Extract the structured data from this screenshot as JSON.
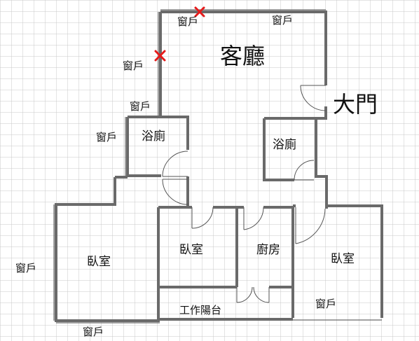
{
  "rooms": {
    "living_room": "客廳",
    "bath_left": "浴廁",
    "bath_right": "浴廁",
    "bedroom_left": "臥室",
    "bedroom_middle": "臥室",
    "kitchen": "廚房",
    "bedroom_right": "臥室",
    "balcony": "工作陽台"
  },
  "door": {
    "main": "大門"
  },
  "windows": {
    "w1": "窗戶",
    "w2": "窗戶",
    "w3": "窗戶",
    "w4": "窗戶",
    "w5": "窗戶",
    "w6": "窗戶",
    "w7": "窗戶",
    "w8": "窗戶"
  },
  "colors": {
    "wall": "#6a6a6a",
    "grid": "#c8c8c8",
    "marker": "#e51a1a",
    "label": "#111111"
  }
}
